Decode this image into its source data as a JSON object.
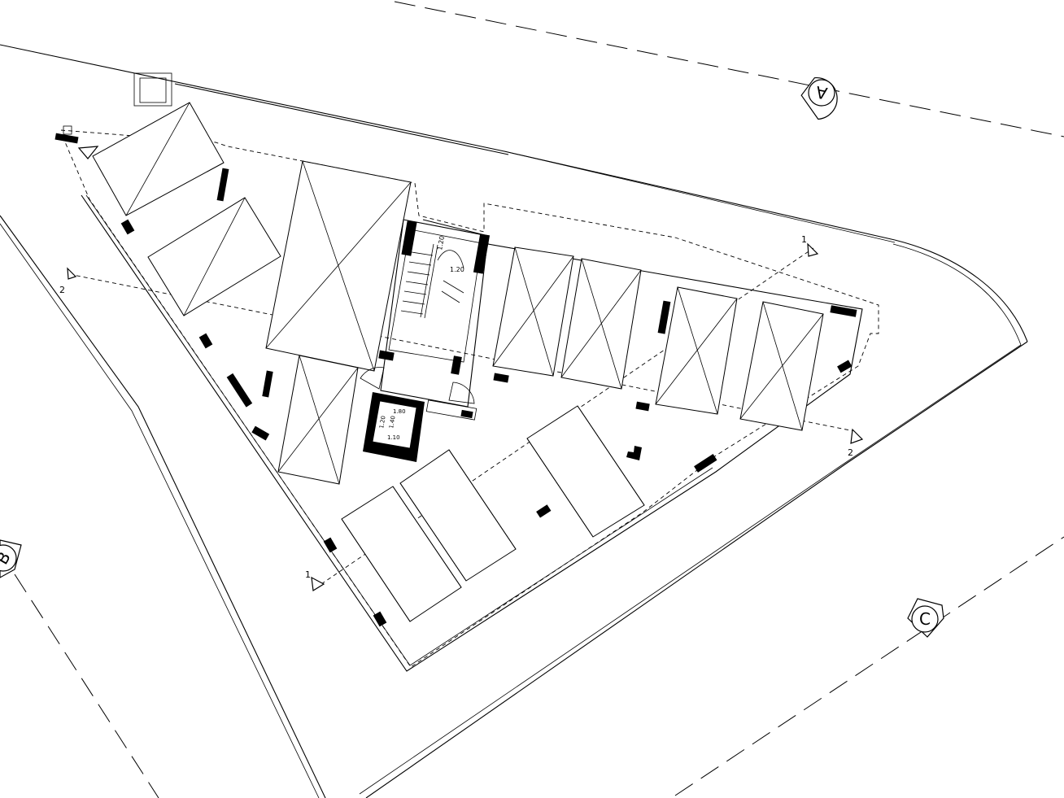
{
  "plan": {
    "grid_axes": [
      "A",
      "B",
      "C"
    ],
    "section_markers": [
      {
        "number": "1"
      },
      {
        "number": "1"
      },
      {
        "number": "2"
      },
      {
        "number": "2"
      }
    ],
    "dimensions": [
      "1.20",
      "1.20",
      "1.80",
      "1.40",
      "1.10",
      "1.20"
    ]
  }
}
